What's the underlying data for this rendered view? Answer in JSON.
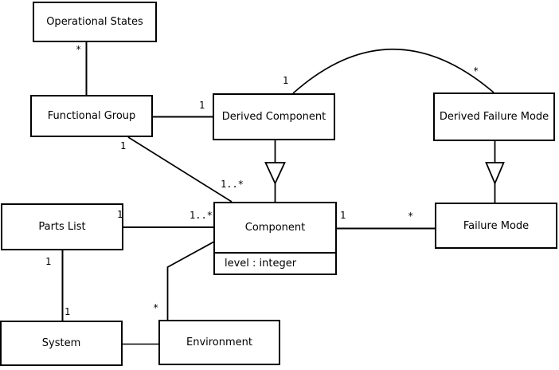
{
  "classes": {
    "operational_states": {
      "label": "Operational States"
    },
    "functional_group": {
      "label": "Functional Group"
    },
    "derived_component": {
      "label": "Derived Component"
    },
    "derived_failure_mode": {
      "label": "Derived Failure Mode"
    },
    "parts_list": {
      "label": "Parts List"
    },
    "component": {
      "label": "Component",
      "attribute": "level : integer"
    },
    "failure_mode": {
      "label": "Failure Mode"
    },
    "system": {
      "label": "System"
    },
    "environment": {
      "label": "Environment"
    }
  },
  "multiplicities": {
    "os_fg_star": "*",
    "fg_dc_one": "1",
    "fg_comp_one": "1",
    "fg_comp_many": "1..*",
    "dc_dfm_one": "1",
    "dc_dfm_star": "*",
    "pl_comp_one": "1",
    "pl_comp_many": "1..*",
    "comp_fm_one": "1",
    "comp_fm_star": "*",
    "pl_sys_one_top": "1",
    "pl_sys_one_bottom": "1",
    "comp_env_star": "*"
  },
  "relationships": [
    {
      "from": "Operational States",
      "to": "Functional Group",
      "type": "association",
      "from_mult": "*"
    },
    {
      "from": "Functional Group",
      "to": "Derived Component",
      "type": "association",
      "to_mult": "1"
    },
    {
      "from": "Functional Group",
      "to": "Component",
      "type": "association",
      "from_mult": "1",
      "to_mult": "1..*"
    },
    {
      "from": "Derived Component",
      "to": "Component",
      "type": "generalization"
    },
    {
      "from": "Derived Component",
      "to": "Derived Failure Mode",
      "type": "association",
      "from_mult": "1",
      "to_mult": "*"
    },
    {
      "from": "Derived Failure Mode",
      "to": "Failure Mode",
      "type": "generalization"
    },
    {
      "from": "Parts List",
      "to": "Component",
      "type": "association",
      "from_mult": "1",
      "to_mult": "1..*"
    },
    {
      "from": "Component",
      "to": "Failure Mode",
      "type": "association",
      "from_mult": "1",
      "to_mult": "*"
    },
    {
      "from": "Parts List",
      "to": "System",
      "type": "association",
      "from_mult": "1",
      "to_mult": "1"
    },
    {
      "from": "Component",
      "to": "Environment",
      "type": "association",
      "to_mult": "*"
    },
    {
      "from": "System",
      "to": "Environment",
      "type": "association"
    }
  ],
  "colors": {
    "line": "#000000",
    "background": "#ffffff",
    "box_fill": "#ffffff",
    "text": "#000000"
  }
}
